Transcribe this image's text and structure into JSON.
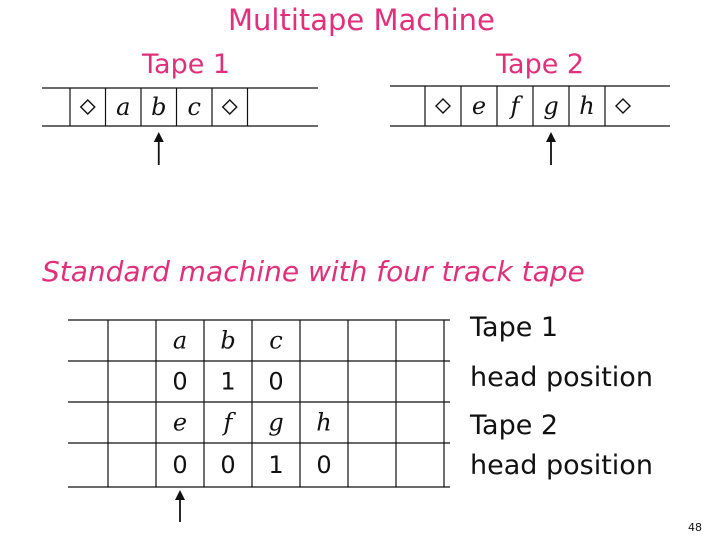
{
  "title": "Multitape Machine",
  "multitape": {
    "tape1": {
      "label": "Tape 1",
      "cells": [
        "◇",
        "a",
        "b",
        "c",
        "◇"
      ],
      "head_cell": 2
    },
    "tape2": {
      "label": "Tape 2",
      "cells": [
        "◇",
        "e",
        "f",
        "g",
        "h",
        "◇"
      ],
      "head_cell": 3
    }
  },
  "standard": {
    "heading": "Standard machine with four track tape",
    "tracks": [
      {
        "label": "Tape 1",
        "cells": [
          "",
          "",
          "a",
          "b",
          "c",
          "",
          "",
          "",
          ""
        ]
      },
      {
        "label": "head position",
        "cells": [
          "",
          "",
          "0",
          "1",
          "0",
          "",
          "",
          "",
          ""
        ]
      },
      {
        "label": "Tape 2",
        "cells": [
          "",
          "",
          "e",
          "f",
          "g",
          "h",
          "",
          "",
          ""
        ]
      },
      {
        "label": "head position",
        "cells": [
          "",
          "",
          "0",
          "0",
          "1",
          "0",
          "",
          "",
          ""
        ]
      }
    ],
    "head_cell": 2
  },
  "page_number": "48",
  "colors": {
    "title": "#e0307a",
    "ink": "#111111"
  }
}
